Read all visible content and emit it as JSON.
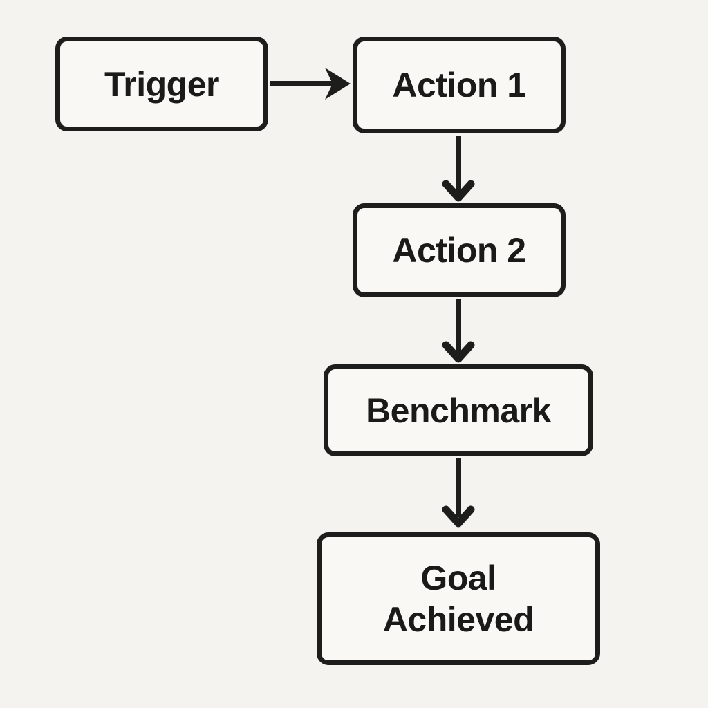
{
  "diagram": {
    "type": "flowchart",
    "background_color": "#f5f3ef",
    "node_fill_color": "#f9f8f5",
    "stroke_color": "#1d1d1b",
    "text_color": "#1a1a18",
    "nodes": [
      {
        "id": "trigger",
        "label": "Trigger"
      },
      {
        "id": "action1",
        "label": "Action 1"
      },
      {
        "id": "action2",
        "label": "Action 2"
      },
      {
        "id": "benchmark",
        "label": "Benchmark"
      },
      {
        "id": "goal",
        "label": "Goal Achieved"
      }
    ],
    "edges": [
      {
        "from": "trigger",
        "to": "action1",
        "direction": "right"
      },
      {
        "from": "action1",
        "to": "action2",
        "direction": "down"
      },
      {
        "from": "action2",
        "to": "benchmark",
        "direction": "down"
      },
      {
        "from": "benchmark",
        "to": "goal",
        "direction": "down"
      }
    ]
  }
}
